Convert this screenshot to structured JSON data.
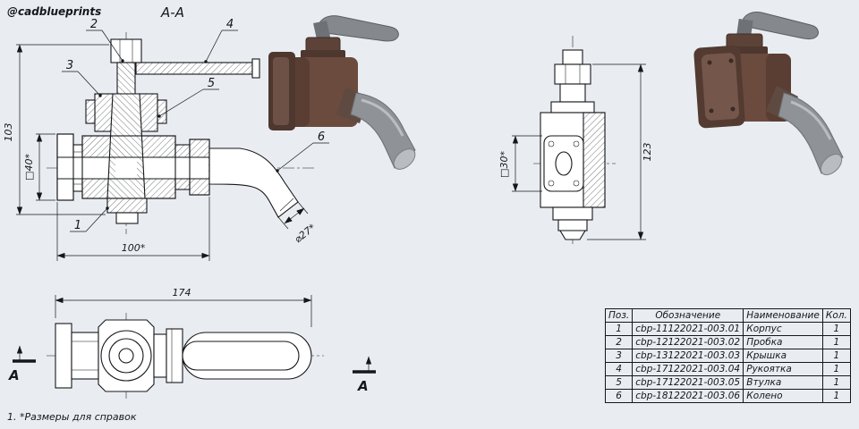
{
  "page": {
    "watermark": "@cadblueprints",
    "footnote": "1. *Размеры для справок"
  },
  "views": {
    "section_label": "A-A",
    "section_arrow_left": "A",
    "section_arrow_right": "A"
  },
  "callouts": {
    "c1": "1",
    "c2": "2",
    "c3": "3",
    "c4": "4",
    "c5": "5",
    "c6": "6"
  },
  "dimensions": {
    "total_height": "103",
    "flange_square_40": "□40*",
    "body_length": "100*",
    "spout_dia": "⌀27*",
    "flange_square_30": "□30*",
    "side_height": "123",
    "plan_length": "174"
  },
  "bom": {
    "headers": [
      "Поз.",
      "Обозначение",
      "Наименование",
      "Кол."
    ],
    "rows": [
      [
        "1",
        "cbp-11122021-003.01",
        "Корпус",
        "1"
      ],
      [
        "2",
        "cbp-12122021-003.02",
        "Пробка",
        "1"
      ],
      [
        "3",
        "cbp-13122021-003.03",
        "Крышка",
        "1"
      ],
      [
        "4",
        "cbp-17122021-003.04",
        "Рукоятка",
        "1"
      ],
      [
        "5",
        "cbp-17122021-003.05",
        "Втулка",
        "1"
      ],
      [
        "6",
        "cbp-18122021-003.06",
        "Колено",
        "1"
      ]
    ]
  },
  "colors": {
    "background": "#e9edf2",
    "line": "#15171a",
    "body_brown": "#6b4b3e",
    "body_dark": "#4e372e",
    "metal_gray": "#8f9296"
  }
}
